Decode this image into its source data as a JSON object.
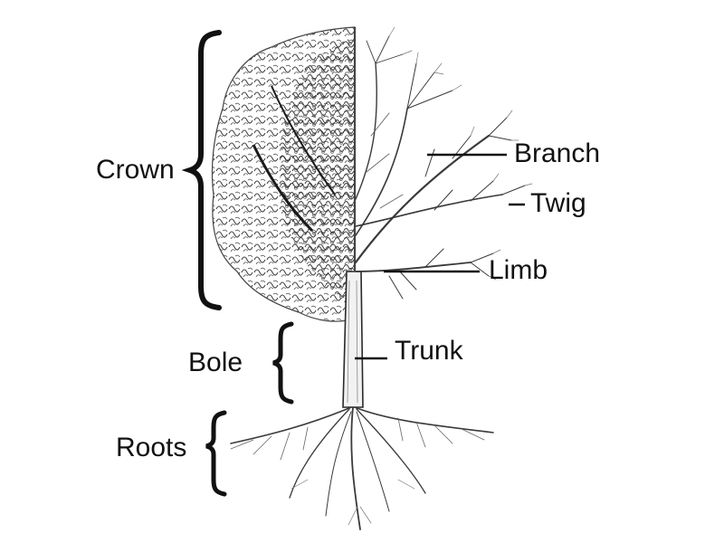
{
  "labels": {
    "crown": "Crown",
    "bole": "Bole",
    "roots": "Roots",
    "branch": "Branch",
    "twig": "Twig",
    "limb": "Limb",
    "trunk": "Trunk"
  },
  "colors": {
    "ink": "#111111",
    "pencil": "#2a2a2a",
    "light_pencil": "#7a7a7a",
    "background": "#ffffff"
  }
}
